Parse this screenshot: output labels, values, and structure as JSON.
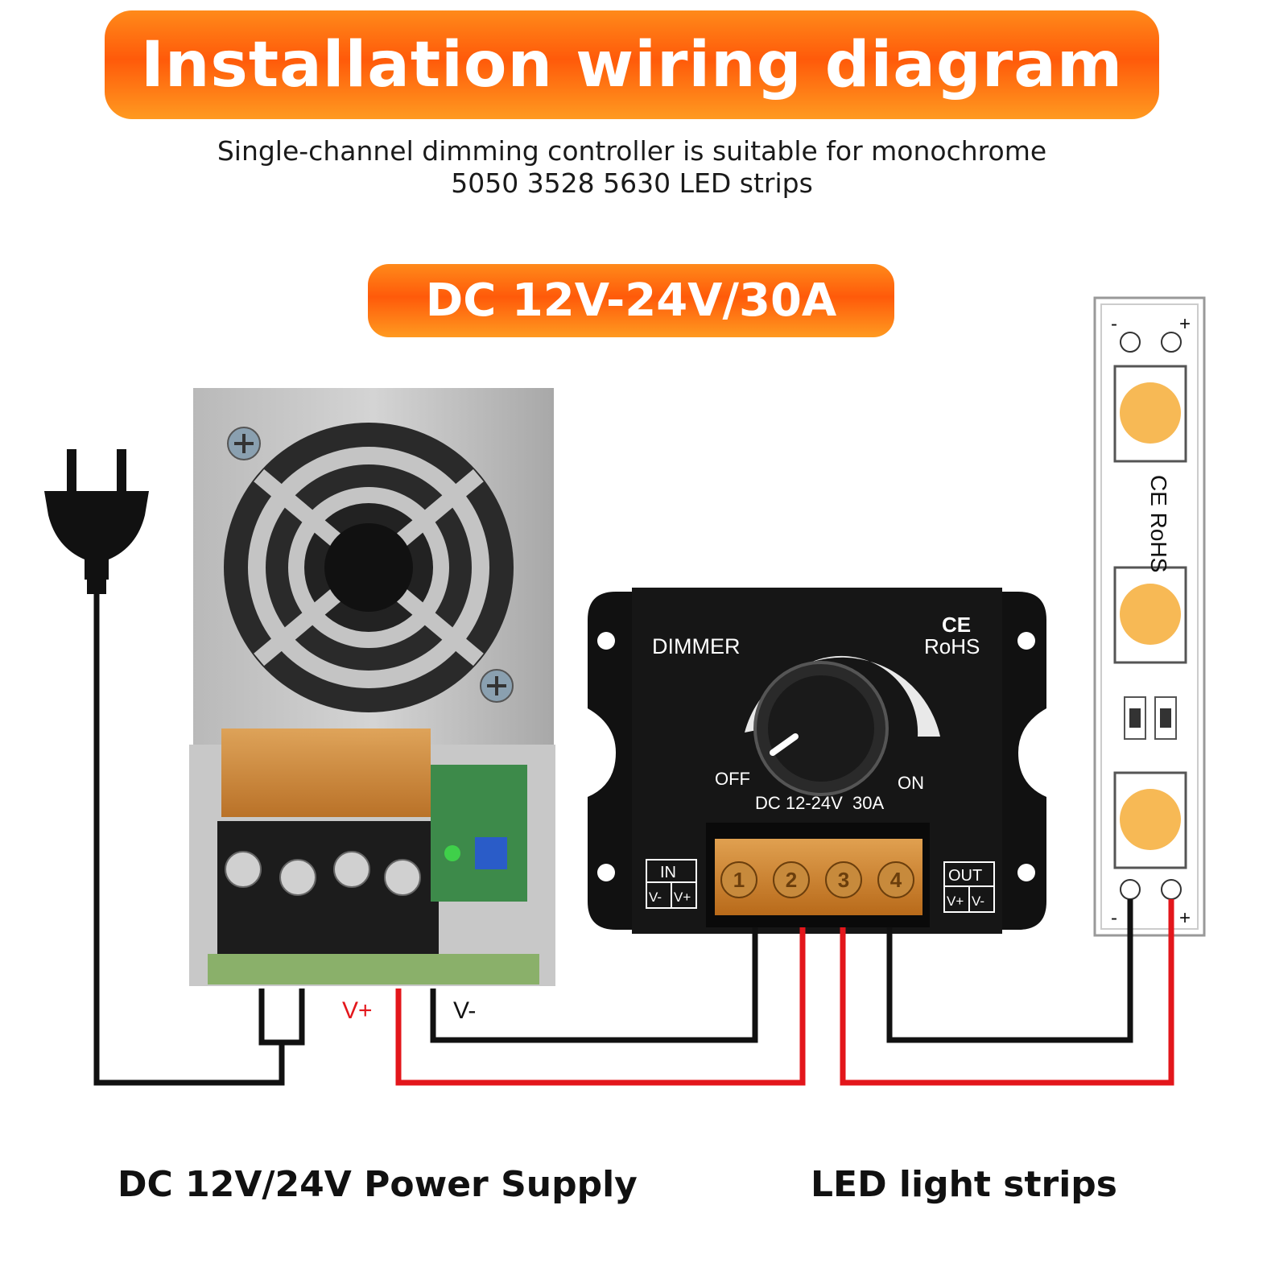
{
  "header": {
    "title": "Installation wiring diagram",
    "subtitle_line1": "Single-channel dimming controller is suitable for monochrome",
    "subtitle_line2": "5050 3528 5630 LED strips",
    "voltage_badge": "DC 12V-24V/30A"
  },
  "power_supply": {
    "label": "DC 12V/24V Power Supply",
    "terminal_labels": [
      "V+",
      "V-"
    ]
  },
  "dimmer": {
    "brand": "DIMMER",
    "cert_ce": "CE",
    "cert_rohs": "RoHS",
    "off_label": "OFF",
    "on_label": "ON",
    "rating": "DC 12-24V  30A",
    "in_label": "IN",
    "in_pins": [
      "V-",
      "V+"
    ],
    "out_label": "OUT",
    "out_pins": [
      "V+",
      "V-"
    ],
    "terminal_numbers": [
      "1",
      "2",
      "3",
      "4"
    ]
  },
  "led_strip": {
    "label": "LED light strips",
    "cert_text": "CE RoHS",
    "minus": "-",
    "plus": "+"
  },
  "colors": {
    "banner_orange": "#ff6a10",
    "wire_black": "#111111",
    "wire_red": "#e3161b",
    "led_yellow": "#f7b955"
  },
  "icons": [
    "plug-icon",
    "fan-grill-icon",
    "knob-icon",
    "screw-icon"
  ]
}
